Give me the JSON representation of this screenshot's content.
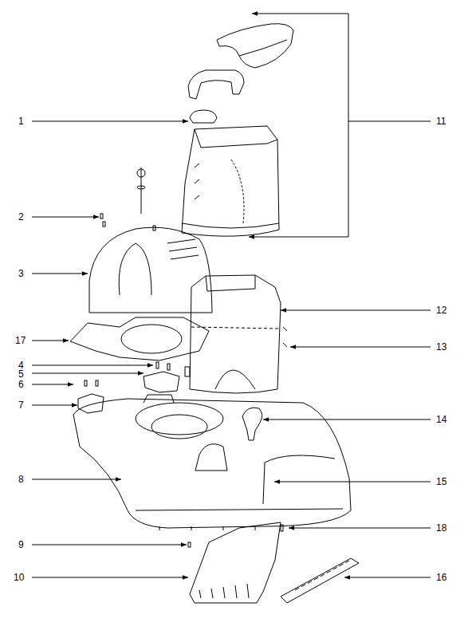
{
  "diagram": {
    "labels": [
      "1",
      "11",
      "2",
      "3",
      "12",
      "17",
      "13",
      "4",
      "5",
      "6",
      "7",
      "14",
      "8",
      "15",
      "18",
      "9",
      "10",
      "16"
    ]
  }
}
